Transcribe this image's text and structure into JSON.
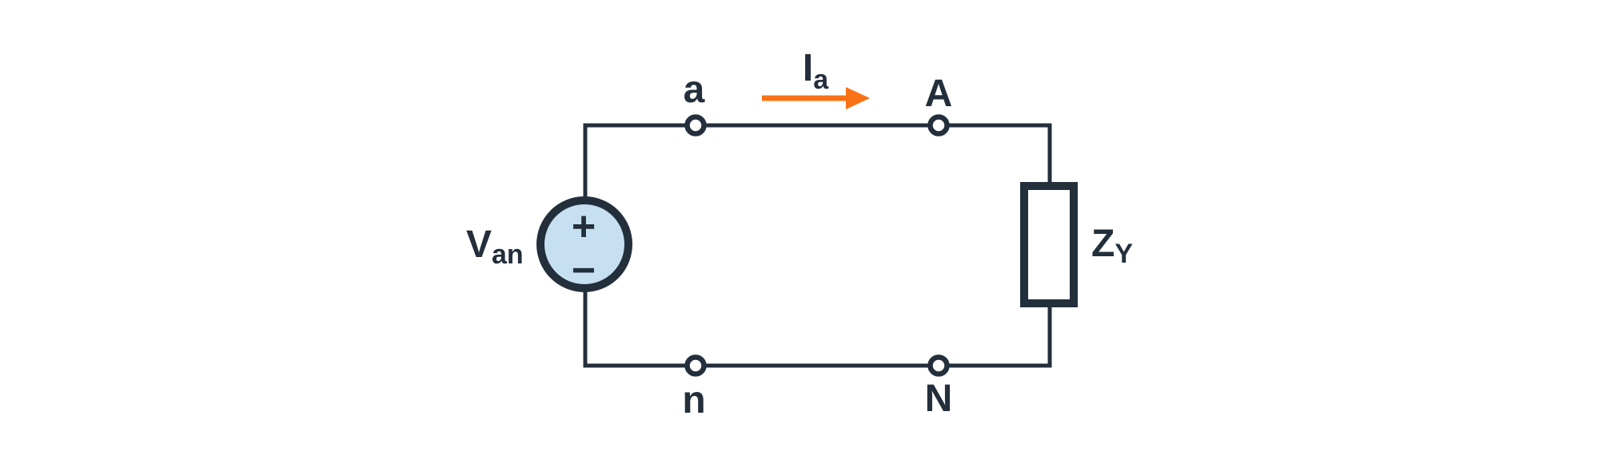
{
  "diagram": {
    "colors": {
      "ink": "#242F3C",
      "source_fill": "#C6E0F1",
      "arrow": "#F97316",
      "node_fill": "#FFFFFF",
      "background": "#FFFFFF"
    },
    "source": {
      "label": {
        "main": "V",
        "sub": "an"
      },
      "plus": "+",
      "minus": "−"
    },
    "current": {
      "label": {
        "main": "I",
        "sub": "a"
      }
    },
    "impedance": {
      "label": {
        "main": "Z",
        "sub": "Y"
      }
    },
    "nodes": {
      "top_left": "a",
      "top_right": "A",
      "bottom_left": "n",
      "bottom_right": "N"
    }
  }
}
